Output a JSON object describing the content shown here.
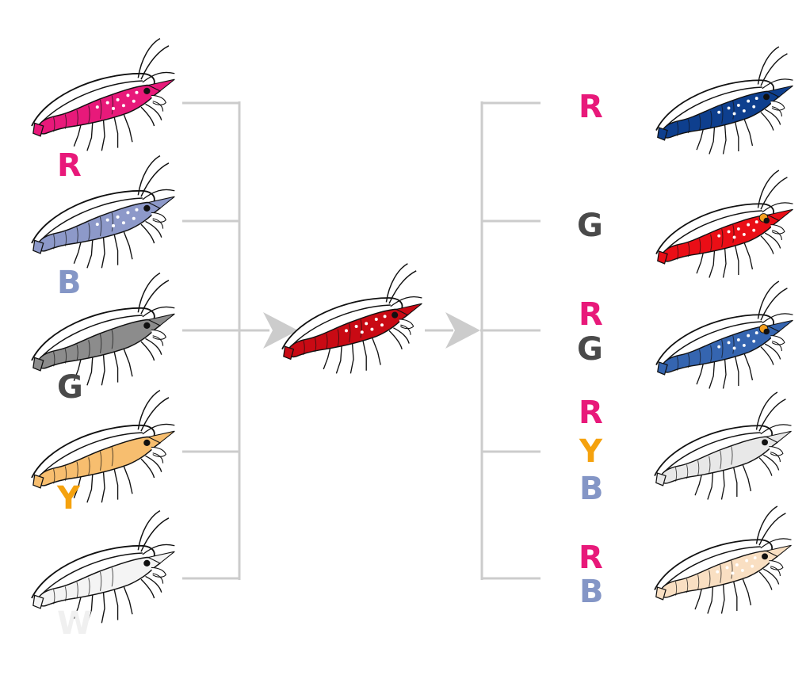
{
  "colors": {
    "line": "#cccccc",
    "arrow": "#cccccc",
    "outline": "#111111",
    "R": "#e8197a",
    "B": "#8496c6",
    "G": "#4a4a4a",
    "Y": "#f5a20e",
    "W": "#f0f0f0"
  },
  "parents": [
    {
      "label": "R",
      "body_color": "#e8197a",
      "spots": true
    },
    {
      "label": "B",
      "body_color": "#8d99c9",
      "spots": true
    },
    {
      "label": "G",
      "body_color": "#8c8c8c",
      "spots": false
    },
    {
      "label": "Y",
      "body_color": "#f7be6f",
      "spots": false
    },
    {
      "label": "W",
      "body_color": "#f4f4f4",
      "spots": false
    }
  ],
  "hybrid": {
    "body_color": "#c90a14",
    "spots": true
  },
  "offspring": [
    {
      "labels": [
        "R"
      ],
      "body_color": "#0e3f8e",
      "spots": true,
      "eye_patch": false
    },
    {
      "labels": [
        "G"
      ],
      "body_color": "#ea0e16",
      "spots": true,
      "eye_patch": true
    },
    {
      "labels": [
        "R",
        "G"
      ],
      "body_color": "#3565b0",
      "spots": true,
      "eye_patch": true
    },
    {
      "labels": [
        "R",
        "Y",
        "B"
      ],
      "body_color": "#e8e8e8",
      "spots": false,
      "eye_patch": false
    },
    {
      "labels": [
        "R",
        "B"
      ],
      "body_color": "#f9dfc2",
      "spots": true,
      "eye_patch": false
    }
  ]
}
